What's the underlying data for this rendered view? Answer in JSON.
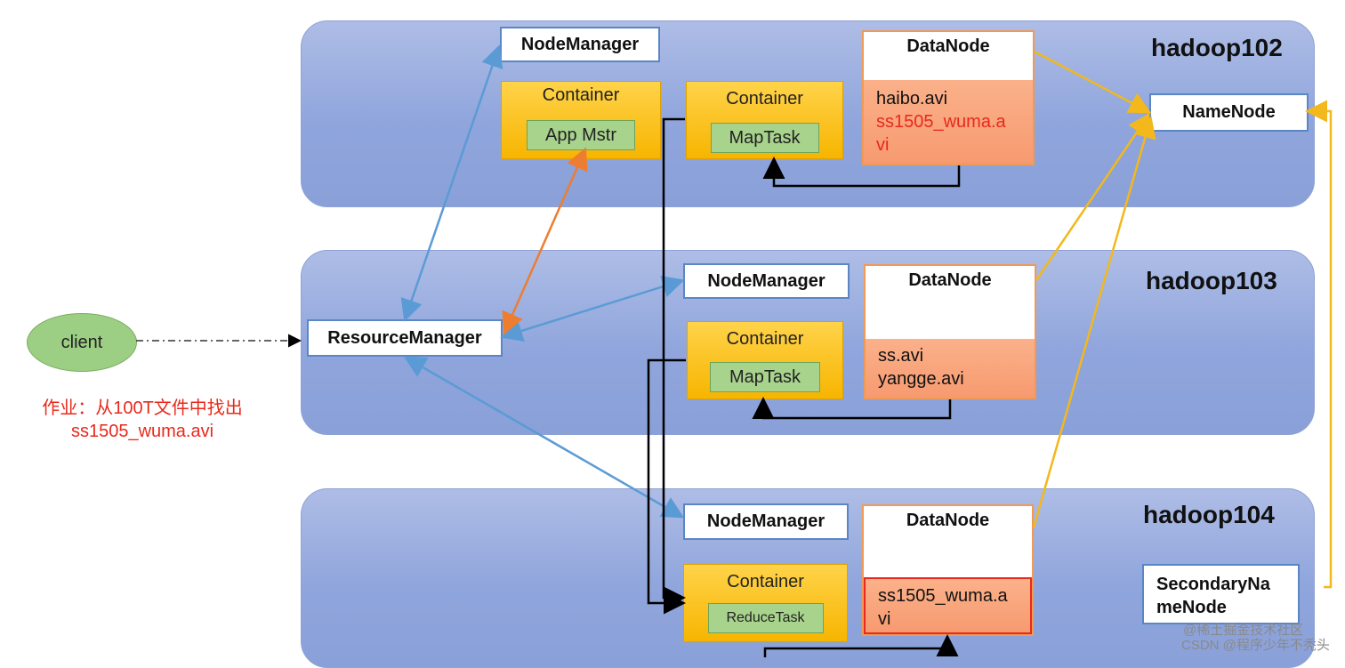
{
  "hosts": [
    "hadoop102",
    "hadoop103",
    "hadoop104"
  ],
  "node_manager": "NodeManager",
  "resource_manager": "ResourceManager",
  "name_node": "NameNode",
  "secondary_name_node": "SecondaryNameNode",
  "secondary_name_node_lines": [
    "SecondaryNa",
    "meNode"
  ],
  "container": "Container",
  "data_node": "DataNode",
  "tasks": {
    "app_master": "App Mstr",
    "map_task": "MapTask",
    "reduce_task": "ReduceTask"
  },
  "files": {
    "h102": [
      "haibo.avi",
      "ss1505_wuma.a",
      "vi"
    ],
    "h103": [
      "ss.avi",
      "yangge.avi"
    ],
    "h104": [
      "ss1505_wuma.a",
      "vi"
    ]
  },
  "client": "client",
  "note": [
    "作业：从100T文件中找出",
    "ss1505_wuma.avi"
  ],
  "watermark": [
    "@稀土掘金技术社区",
    "CSDN @程序少年不秃头"
  ],
  "colors": {
    "band": "#8fa5dc",
    "container": "#f7b500",
    "task": "#a8d38d",
    "file_area": "#f79a70",
    "highlight": "#e8291c",
    "blue_arrow": "#5b9bd5",
    "orange_arrow": "#ed7d31",
    "yellow_arrow": "#f2b81c"
  }
}
